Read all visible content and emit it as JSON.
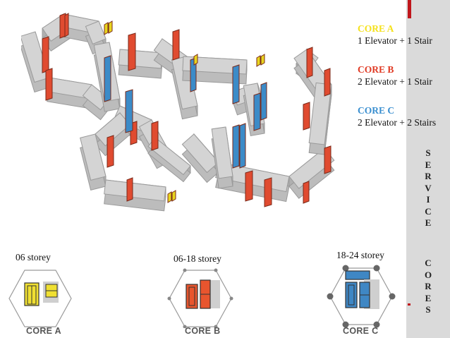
{
  "legend": [
    {
      "title": "CORE A",
      "desc": "1 Elevator + 1 Stair",
      "color": "#f5e11c"
    },
    {
      "title": "CORE B",
      "desc": "2 Elevator + 1 Stair",
      "color": "#e03a24"
    },
    {
      "title": "CORE C",
      "desc": "2 Elevator + 2 Stairs",
      "color": "#3a8fd0"
    }
  ],
  "sidebar_title_word1": [
    "S",
    "E",
    "R",
    "V",
    "I",
    "C",
    "E"
  ],
  "sidebar_title_word2": [
    "C",
    "O",
    "R",
    "E",
    "S"
  ],
  "cores": [
    {
      "storey": "06 storey",
      "label": "CORE A",
      "color": "#f0e032"
    },
    {
      "storey": "06-18 storey",
      "label": "CORE B",
      "color": "#e8552e"
    },
    {
      "storey": "18-24 storey",
      "label": "CORE C",
      "color": "#3f87c4"
    }
  ],
  "colors": {
    "sidebar": "#dadada",
    "accent": "#c0161b",
    "slab": "#d4d4d4",
    "slab_edge": "#9a9a9a"
  }
}
